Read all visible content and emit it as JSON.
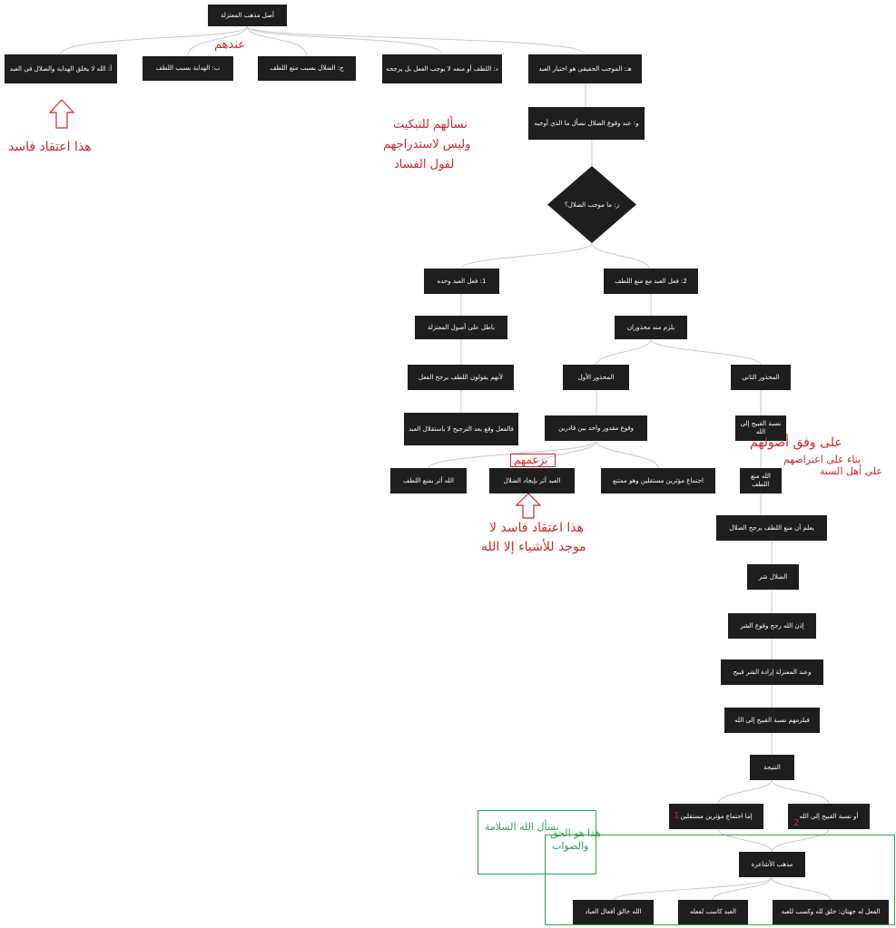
{
  "nodes": {
    "root": "أصل مذهب المعتزلة",
    "a": "أ: الله لا يخلق الهداية والضلال في العبد",
    "b": "ب: الهداية بسبب اللطف",
    "c": "ج: الضلال بسبب منع اللطف",
    "d": "د: اللطف أو منعه لا يوجب الفعل بل يرجحه",
    "h": "هـ: الموجب الحقيقي هو اختيار العبد",
    "w": "و: عند وقوع الضلال نسأل ما الذي أوجبه",
    "z": "ز: ما موجب الضلال؟",
    "opt1": "1: فعل العبد وحده",
    "opt2": "2: فعل العبد مع منع اللطف",
    "l1": "باطل على أصول المعتزلة",
    "l2": "لأنهم يقولون اللطف يرجح الفعل",
    "l3": "فالفعل وقع بعد الترجيح لا باستقلال العبد",
    "m0": "يلزم منه محذوران",
    "m1": "المحذور الأول",
    "m2": "المحذور الثاني",
    "m1a": "وقوع مقدور واحد بين قادرين",
    "m1b": "الله أثر بمنع اللطف",
    "m1c": "العبد أثر بإيجاد الضلال",
    "m1d": "اجتماع مؤثرين مستقلين وهو ممتنع",
    "r1": "نسبة القبيح إلى الله",
    "r2": "الله منع اللطف",
    "r3": "يعلم أن منع اللطف يرجح الضلال",
    "r4": "الضلال شر",
    "r5": "إذن الله رجح وقوع الشر",
    "r6": "وعند المعتزلة إرادة الشر قبيح",
    "r7": "فيلزمهم نسبة القبيح إلى الله",
    "r8": "النتيجة",
    "r9": "إما اجتماع مؤثرين مستقلين",
    "r10": "أو نسبة القبيح إلى الله",
    "r11": "مذهب الأشاعرة",
    "f1": "الفعل له جهتان: خلق لله وكسب للعبد",
    "f2": "العبد كاسب لفعله",
    "f3": "الله خالق أفعال العباد"
  },
  "annotations": {
    "indahum": "عندهم",
    "fasid1": "هذا اعتقاد فاسد",
    "question_line1": "نسألهم للتبكيت",
    "question_line2": "وليس لاستدراجهم",
    "question_line3": "لقول الفساد",
    "bizaamihim": "بزعمهم",
    "fasid2_line1": "هذا اعتقاد فاسد لا",
    "fasid2_line2": "موجد للأشياء إلا الله",
    "usul": "على وفق أصولهم",
    "sunna_line1": "بناء على اعتراضهم",
    "sunna_line2": "على أهل السنة",
    "num1": "1",
    "num2": "2",
    "haqq_line1": "هذا هو الحق",
    "haqq_line2": "والصواب",
    "salama": "نسأل الله السلامة"
  },
  "colors": {
    "node_bg": "#1e1e1e",
    "node_text": "#ffffff",
    "edge": "#c8c8c8",
    "annotation_red": "#d3262d",
    "annotation_green": "#2da44e"
  }
}
